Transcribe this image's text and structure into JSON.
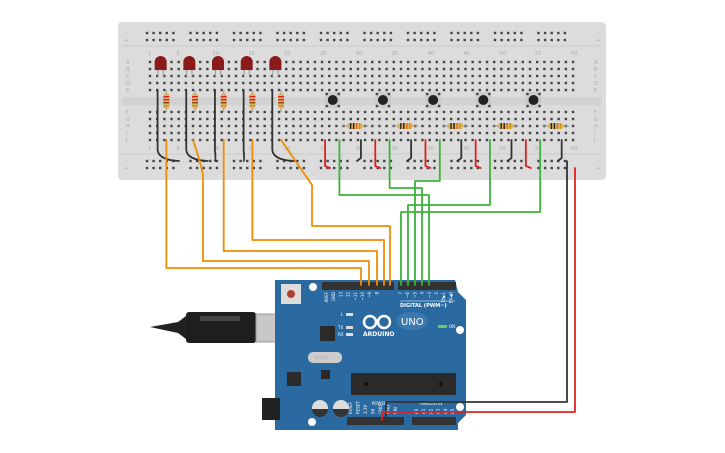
{
  "breadboard": {
    "rail_minus": "−",
    "rail_plus": "+",
    "rows_top": [
      "A",
      "B",
      "C",
      "D",
      "E"
    ],
    "rows_bottom": [
      "F",
      "G",
      "H",
      "I",
      "J"
    ],
    "column_numbers": [
      "1",
      "5",
      "10",
      "15",
      "20",
      "25",
      "30",
      "35",
      "40",
      "45",
      "50",
      "55",
      "60"
    ],
    "led_count": 5,
    "button_count": 5,
    "led_color": "#8b1a1a"
  },
  "arduino": {
    "brand": "ARDUINO",
    "model": "UNO",
    "digital_label": "DIGITAL (PWM~)",
    "power_label": "POWER",
    "analog_label": "ANALOG IN",
    "on_label": "ON",
    "led_labels": [
      "L",
      "TX",
      "RX"
    ],
    "digital_pins": [
      "AREF",
      "GND",
      "13",
      "12",
      "~11",
      "~10",
      "~9",
      "8",
      "7",
      "~6",
      "~5",
      "4",
      "~3",
      "2",
      "TX▶1",
      "RX◀0"
    ],
    "power_pins": [
      "IOREF",
      "RESET",
      "3.3V",
      "5V",
      "GND",
      "GND",
      "VIN"
    ],
    "analog_pins": [
      "A0",
      "A1",
      "A2",
      "A3",
      "A4",
      "A5"
    ],
    "crystal_label": "16.000",
    "board_color": "#2b6aa0"
  },
  "wire_colors": {
    "orange": "#f08c00",
    "green": "#3bb33b",
    "black": "#333333",
    "red": "#e02020"
  }
}
